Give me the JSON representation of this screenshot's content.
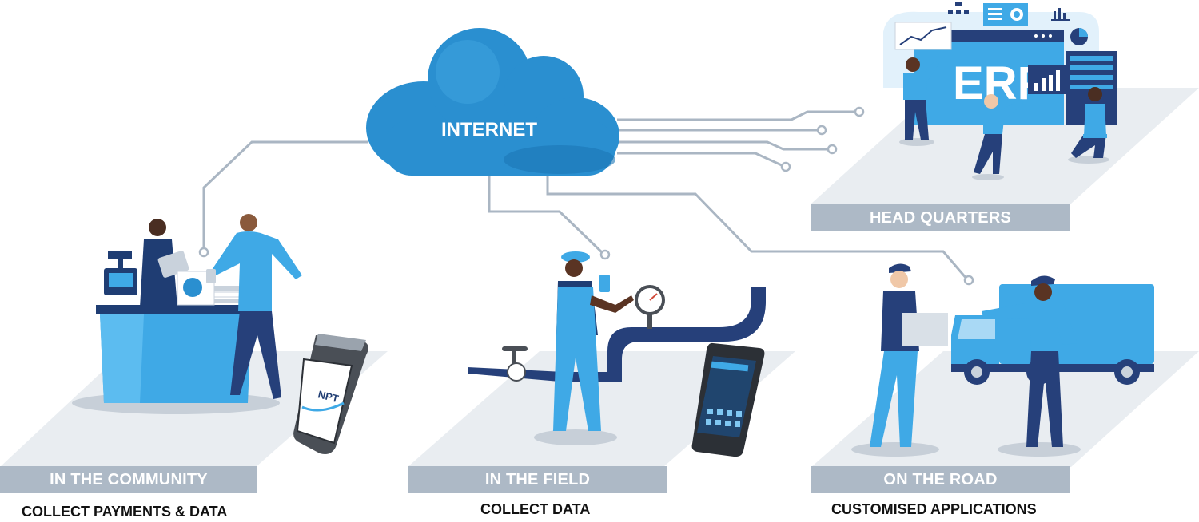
{
  "cloud": {
    "label": "INTERNET"
  },
  "zones": [
    {
      "label": "IN THE COMMUNITY",
      "caption": "COLLECT PAYMENTS & DATA"
    },
    {
      "label": "IN THE FIELD",
      "caption": "COLLECT DATA"
    },
    {
      "label": "ON THE ROAD",
      "caption": "CUSTOMISED APPLICATIONS"
    },
    {
      "label": "HEAD QUARTERS"
    }
  ],
  "hq_screen": {
    "text": "ERP"
  },
  "pos_terminal": {
    "brand": "NPT"
  },
  "colors": {
    "cloud": "#2a8fd0",
    "platform": "#e9edf1",
    "label_bar": "#adb9c6",
    "connector": "#aab6c3",
    "navy": "#26407a",
    "light_blue": "#3fa9e6"
  },
  "icons": [
    "cloud-icon",
    "desk-icon",
    "pos-terminal-icon",
    "pipe-icon",
    "pressure-gauge-icon",
    "smartphone-icon",
    "truck-icon",
    "erp-screen-icon",
    "bar-chart-icon",
    "pie-chart-icon",
    "line-chart-icon",
    "org-chart-icon"
  ]
}
